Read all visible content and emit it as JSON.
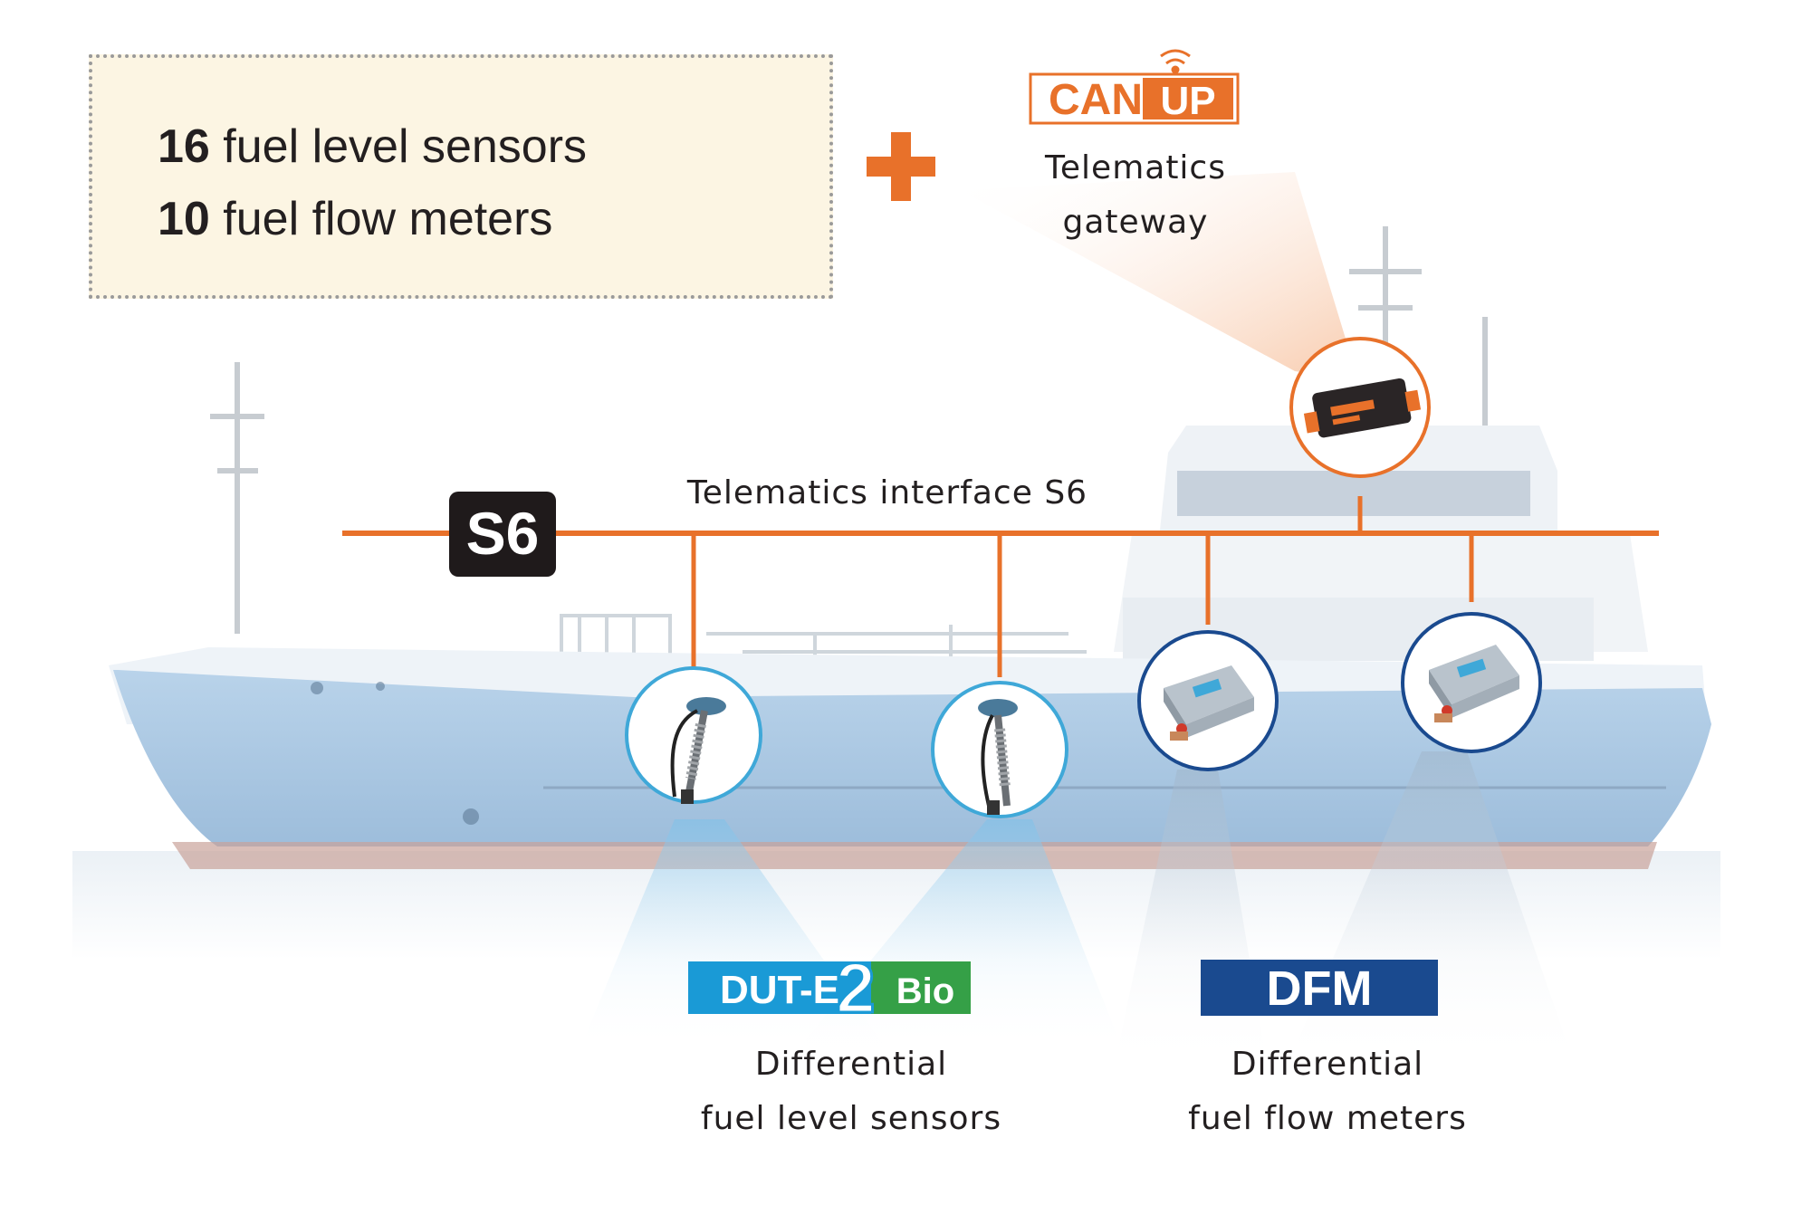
{
  "summary": {
    "level_sensors_count": "16",
    "level_sensors_label": " fuel level sensors",
    "flow_meters_count": "10",
    "flow_meters_label": " fuel flow meters"
  },
  "gateway": {
    "brand_left": "CAN",
    "brand_right": "UP",
    "caption_line1": "Telematics",
    "caption_line2": "gateway"
  },
  "bus": {
    "badge": "S6",
    "title": "Telematics interface S6"
  },
  "level_sensors_product": {
    "brand_left": "DUT-E",
    "brand_mid": "2",
    "brand_right": "Bio",
    "caption_line1": "Differential",
    "caption_line2": "fuel level sensors"
  },
  "flow_meters_product": {
    "brand": "DFM",
    "caption_line1": "Differential",
    "caption_line2": "fuel flow meters"
  },
  "colors": {
    "accent_orange": "#e8712a",
    "info_bg": "#fcf5e3",
    "badge_black": "#1f1a1b",
    "dut_blue": "#1a9ad6",
    "bio_green": "#35a047",
    "dfm_navy": "#1a4a8f",
    "hull_blue": "#a7c6e2"
  }
}
